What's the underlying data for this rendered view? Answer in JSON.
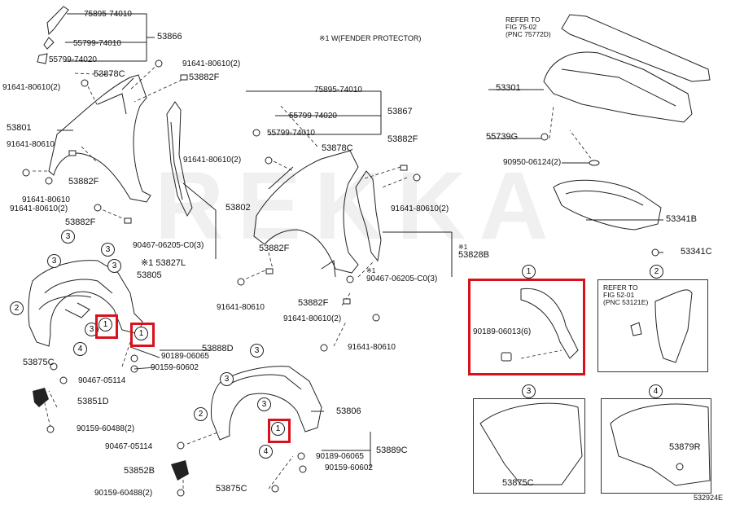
{
  "header_note": "※1 W(FENDER PROTECTOR)",
  "doc_id": "532924E",
  "watermark": "REKKA",
  "hood_ref": {
    "line1": "REFER TO",
    "line2": "FIG 75-02",
    "line3": "(PNC 75772D)"
  },
  "panel2_ref": {
    "line1": "REFER TO",
    "line2": "FIG 52-01",
    "line3": "(PNC 53121E)"
  },
  "callouts": {
    "c1": "1",
    "c2": "2",
    "c3": "3",
    "c4": "4"
  },
  "labels": {
    "p75895_a": "75895-74010",
    "p55799_a1": "55799-74010",
    "p55799_a2": "55799-74020",
    "p53866": "53866",
    "p91641_a": "91641-80610(2)",
    "p53878C_a": "53878C",
    "p53882F_a": "53882F",
    "p91641_b": "91641-80610(2)",
    "p53801": "53801",
    "p91641_c": "91641-80610",
    "p53882F_b": "53882F",
    "p91641_d1": "91641-80610",
    "p91641_d2": "91641-80610(2)",
    "p53882F_c": "53882F",
    "p90467_a": "90467-06205-C0(3)",
    "p53827L": "※1 53827L",
    "p53805": "53805",
    "p53888D": "53888D",
    "p90189_a": "90189-06065",
    "p90159_a": "90159-60602",
    "p53875C_a": "53875C",
    "p90467_b": "90467-05114",
    "p53851D": "53851D",
    "p90159_b": "90159-60488(2)",
    "p75895_b": "75895-74010",
    "p53867": "53867",
    "p55799_b1": "55799-74020",
    "p55799_b2": "55799-74010",
    "p53878C_b": "53878C",
    "p53882F_d": "53882F",
    "p91641_e": "91641-80610(2)",
    "p53802": "53802",
    "p91641_f": "91641-80610(2)",
    "p53882F_e": "53882F",
    "p53828B": "53828B",
    "p53828B_mark": "※1",
    "p90467_c_mark": "※1",
    "p90467_c": "90467-06205-C0(3)",
    "p91641_g": "91641-80610",
    "p53882F_f": "53882F",
    "p91641_h": "91641-80610(2)",
    "p91641_i": "91641-80610",
    "p53806": "53806",
    "p90467_d": "90467-05114",
    "p53852B": "53852B",
    "p90159_c": "90159-60488(2)",
    "p53889C": "53889C",
    "p90189_b": "90189-06065",
    "p90159_d": "90159-60602",
    "p53875C_b": "53875C",
    "p53301": "53301",
    "p55739G": "55739G",
    "p90950": "90950-06124(2)",
    "p53341B": "53341B",
    "p53341C": "53341C",
    "p90189_c": "90189-06013(6)",
    "p53875C_c": "53875C",
    "p53879R": "53879R"
  },
  "highlight_color": "#d8111c"
}
